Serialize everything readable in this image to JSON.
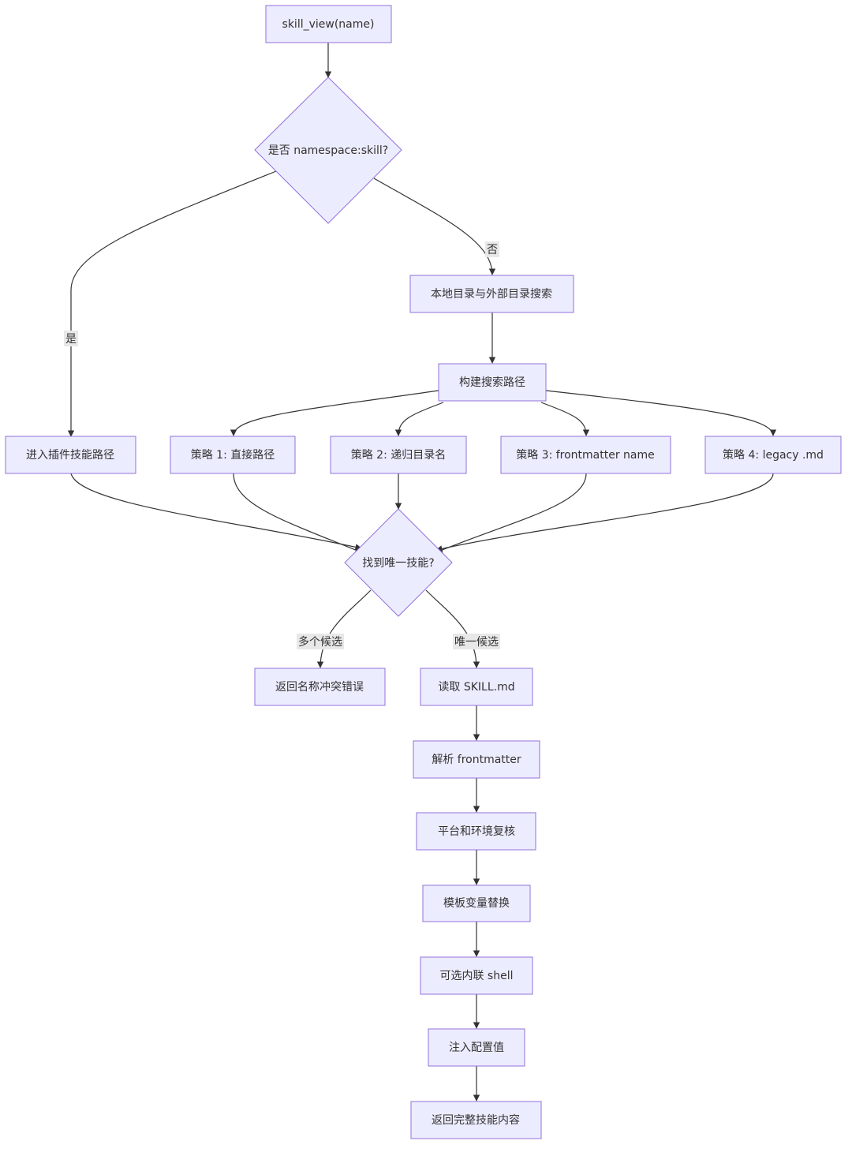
{
  "nodes": {
    "start": "skill_view(name)",
    "is_namespace": "是否 namespace:skill?",
    "local_search": "本地目录与外部目录搜索",
    "build_paths": "构建搜索路径",
    "plugin_path": "进入插件技能路径",
    "strategy1": "策略 1: 直接路径",
    "strategy2": "策略 2: 递归目录名",
    "strategy3": "策略 3: frontmatter name",
    "strategy4": "策略 4: legacy .md",
    "unique_found": "找到唯一技能?",
    "conflict_error": "返回名称冲突错误",
    "read_skill": "读取 SKILL.md",
    "parse_frontmatter": "解析 frontmatter",
    "platform_check": "平台和环境复核",
    "template_vars": "模板变量替换",
    "inline_shell": "可选内联 shell",
    "inject_config": "注入配置值",
    "return_content": "返回完整技能内容"
  },
  "edge_labels": {
    "no": "否",
    "yes": "是",
    "multiple": "多个候选",
    "unique": "唯一候选"
  },
  "colors": {
    "node_fill": "#ECECFF",
    "node_stroke": "#9370DB",
    "edge": "#333333",
    "label_bg": "#E8E8E8"
  }
}
